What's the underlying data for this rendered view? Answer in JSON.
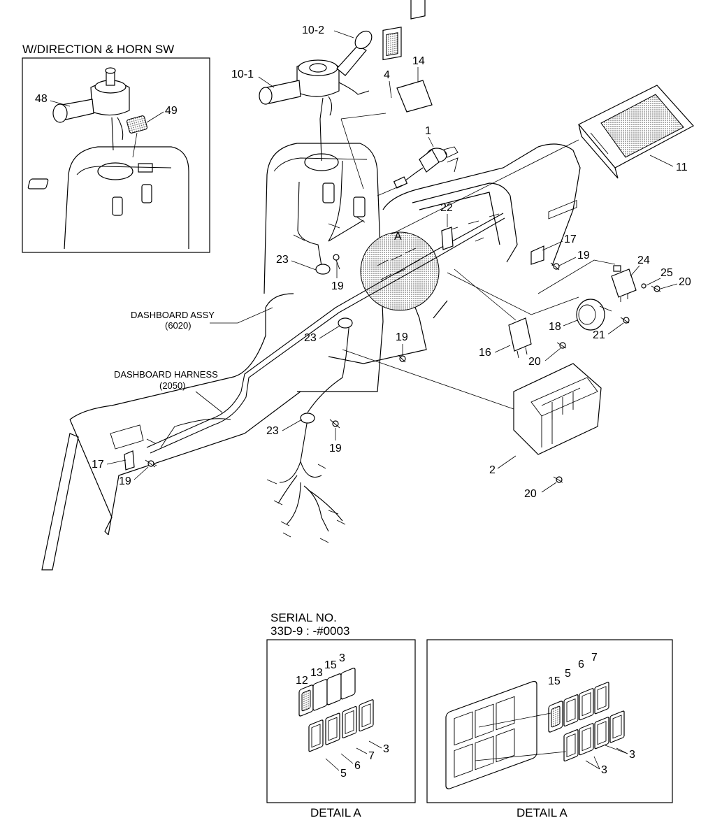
{
  "title_inset": "W/DIRECTION & HORN SW",
  "serial": {
    "line1": "SERIAL NO.",
    "line2": "33D-9 : -#0003"
  },
  "dashboard_assy": {
    "line1": "DASHBOARD ASSY",
    "line2": "(6020)"
  },
  "dashboard_harness": {
    "line1": "DASHBOARD HARNESS",
    "line2": "(2050)"
  },
  "detail_a_left": "DETAIL A",
  "detail_a_right": "DETAIL A",
  "detail_marker": "A",
  "callouts": {
    "c10_2": "10-2",
    "c10_1": "10-1",
    "c14": "14",
    "c4": "4",
    "c1": "1",
    "c11": "11",
    "c48": "48",
    "c49": "49",
    "c22": "22",
    "c17a": "17",
    "c19a": "19",
    "c24": "24",
    "c25": "25",
    "c20a": "20",
    "c23a": "23",
    "c19b": "19",
    "c18": "18",
    "c21": "21",
    "c16": "16",
    "c20b": "20",
    "c23b": "23",
    "c19c": "19",
    "c23c": "23",
    "c19d": "19",
    "c17b": "17",
    "c19e": "19",
    "c2": "2",
    "c20c": "20",
    "dl_12": "12",
    "dl_13": "13",
    "dl_15": "15",
    "dl_3a": "3",
    "dl_3b": "3",
    "dl_7": "7",
    "dl_6": "6",
    "dl_5": "5",
    "dr_15": "15",
    "dr_5": "5",
    "dr_6": "6",
    "dr_7": "7",
    "dr_3a": "3",
    "dr_3b": "3"
  }
}
